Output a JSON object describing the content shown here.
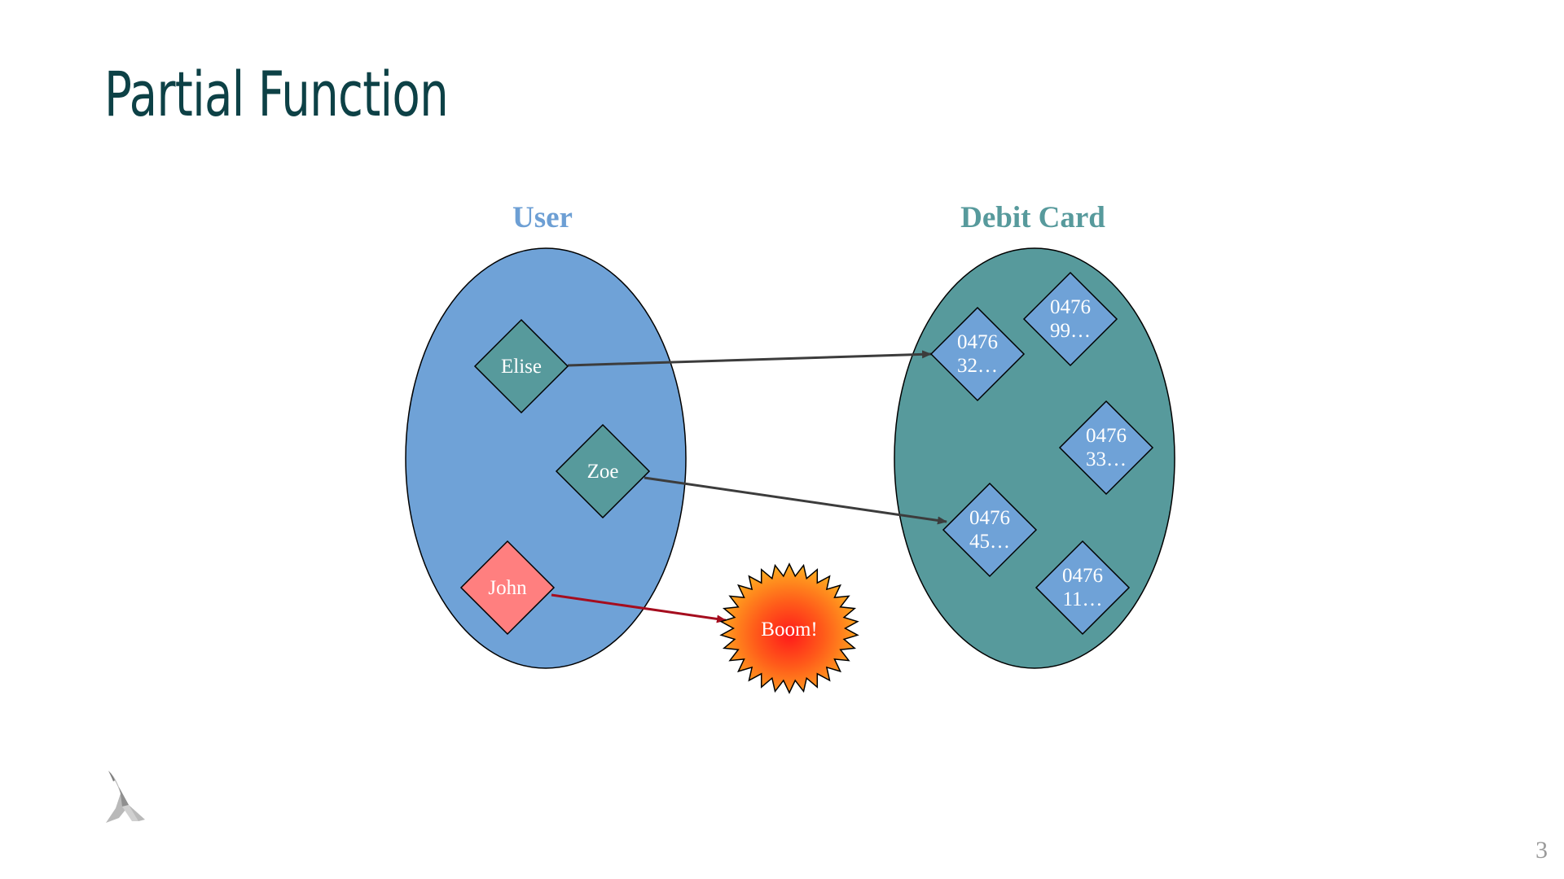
{
  "slide": {
    "title": "Partial Function",
    "page_number": "3"
  },
  "diagram": {
    "domain_set": {
      "label": "User",
      "label_color": "#6d9fd4",
      "fill": "#6fa2d7",
      "members": [
        {
          "id": "elise",
          "text": "Elise",
          "fill": "#579a9c"
        },
        {
          "id": "zoe",
          "text": "Zoe",
          "fill": "#579a9c"
        },
        {
          "id": "john",
          "text": "John",
          "fill": "#ff7f7f"
        }
      ]
    },
    "codomain_set": {
      "label": "Debit Card",
      "label_color": "#579a9c",
      "fill": "#579a9c",
      "members": [
        {
          "id": "card-99",
          "line1": "0476",
          "line2": "99…",
          "fill": "#6fa2d7"
        },
        {
          "id": "card-32",
          "line1": "0476",
          "line2": "32…",
          "fill": "#6fa2d7"
        },
        {
          "id": "card-33",
          "line1": "0476",
          "line2": "33…",
          "fill": "#6fa2d7"
        },
        {
          "id": "card-45",
          "line1": "0476",
          "line2": "45…",
          "fill": "#6fa2d7"
        },
        {
          "id": "card-11",
          "line1": "0476",
          "line2": "11…",
          "fill": "#6fa2d7"
        }
      ]
    },
    "error_node": {
      "text": "Boom!"
    },
    "mappings": [
      {
        "from": "Elise",
        "to": "0476 32…",
        "color": "#3c3c3c"
      },
      {
        "from": "Zoe",
        "to": "0476 45…",
        "color": "#3c3c3c"
      },
      {
        "from": "John",
        "to": "Boom!",
        "color": "#a50d1e"
      }
    ]
  }
}
